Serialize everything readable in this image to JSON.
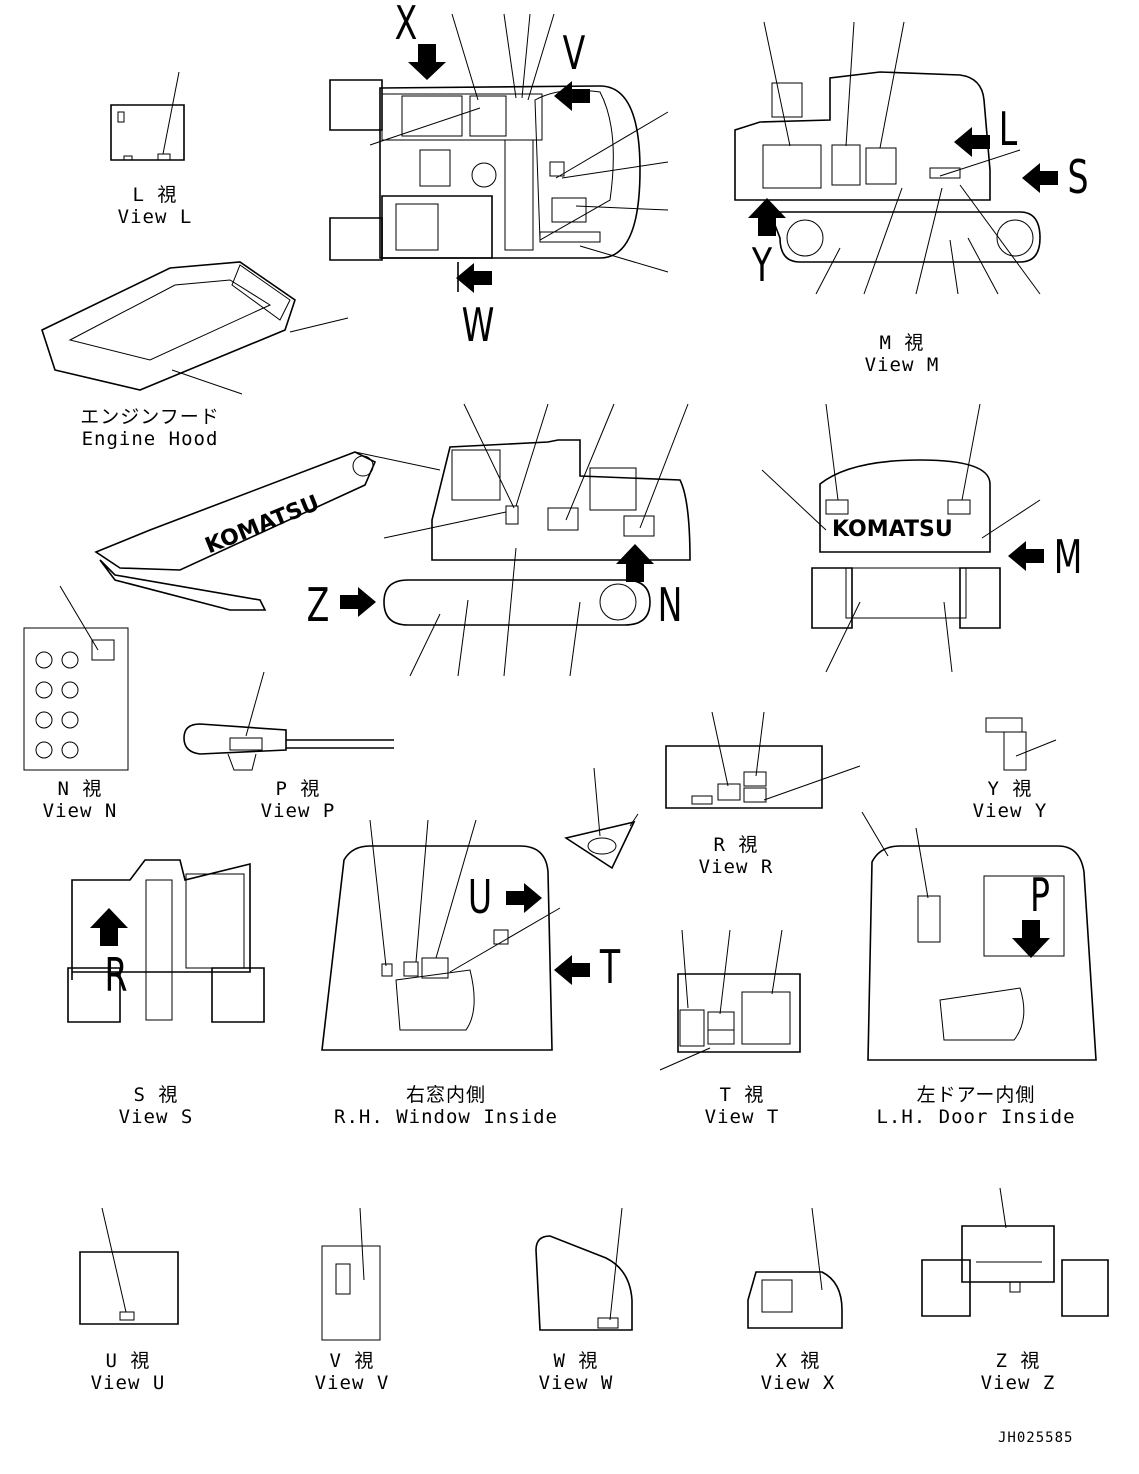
{
  "figure_code": "JH025585",
  "brand_text": "KOMATSU",
  "views": {
    "view_l": {
      "jp": "L 視",
      "en": "View L"
    },
    "engine_hood": {
      "jp": "エンジンフード",
      "en": "Engine Hood"
    },
    "view_m": {
      "jp": "M 視",
      "en": "View M"
    },
    "view_n": {
      "jp": "N 視",
      "en": "View N"
    },
    "view_p": {
      "jp": "P 視",
      "en": "View P"
    },
    "view_r": {
      "jp": "R 視",
      "en": "View R"
    },
    "view_y": {
      "jp": "Y 視",
      "en": "View Y"
    },
    "view_s": {
      "jp": "S 視",
      "en": "View S"
    },
    "rh_window": {
      "jp": "右窓内側",
      "en": "R.H. Window Inside"
    },
    "view_t": {
      "jp": "T 視",
      "en": "View T"
    },
    "lh_door": {
      "jp": "左ドアー内側",
      "en": "L.H. Door Inside"
    },
    "view_u": {
      "jp": "U 視",
      "en": "View U"
    },
    "view_v": {
      "jp": "V 視",
      "en": "View V"
    },
    "view_w": {
      "jp": "W 視",
      "en": "View W"
    },
    "view_x": {
      "jp": "X 視",
      "en": "View X"
    },
    "view_z": {
      "jp": "Z 視",
      "en": "View Z"
    }
  },
  "arrow_letters": {
    "x": "X",
    "v": "V",
    "w": "W",
    "l": "L",
    "s": "S",
    "y": "Y",
    "z": "Z",
    "n": "N",
    "m": "M",
    "u": "U",
    "t": "T",
    "p": "P",
    "r": "R"
  }
}
